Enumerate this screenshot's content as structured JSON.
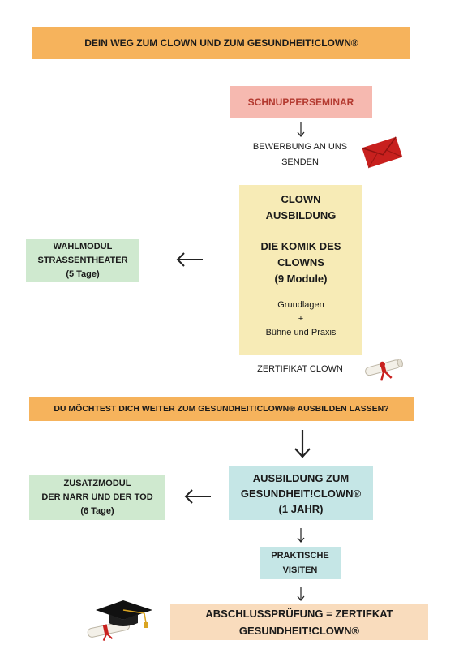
{
  "header": {
    "title": "DEIN WEG ZUM CLOWN UND ZUM GESUNDHEIT!CLOWN®"
  },
  "schnupper": {
    "label": "SCHNUPPERSEMINAR"
  },
  "bewerbung": {
    "line1": "BEWERBUNG AN UNS",
    "line2": "SENDEN"
  },
  "clown_ausbildung": {
    "line1": "CLOWN",
    "line2": "AUSBILDUNG",
    "line3": "DIE KOMIK DES",
    "line4": "CLOWNS",
    "line5": "(9 Module)",
    "line6": "Grundlagen",
    "line7": "+",
    "line8": "Bühne und Praxis"
  },
  "wahlmodul": {
    "line1": "WAHLMODUL",
    "line2": "STRASSENTHEATER",
    "line3": "(5 Tage)"
  },
  "zertifikat_clown": {
    "label": "ZERTIFIKAT CLOWN"
  },
  "question": {
    "label": "DU MÖCHTEST DICH WEITER ZUM GESUNDHEIT!CLOWN® AUSBILDEN LASSEN?"
  },
  "gesundheitclown": {
    "line1": "AUSBILDUNG ZUM",
    "line2": "GESUNDHEIT!CLOWN®",
    "line3": "(1 JAHR)"
  },
  "zusatzmodul": {
    "line1": "ZUSATZMODUL",
    "line2": "DER NARR UND DER TOD",
    "line3": "(6 Tage)"
  },
  "praktische": {
    "line1": "PRAKTISCHE",
    "line2": "VISITEN"
  },
  "abschluss": {
    "line1": "ABSCHLUSSPRÜFUNG = ZERTIFKAT",
    "line2": "GESUNDHEIT!CLOWN®"
  },
  "icons": [
    "envelope-icon",
    "diploma-scroll-icon",
    "graduation-cap-icon"
  ],
  "colors": {
    "orange": "#f6b35c",
    "pink": "#f6b9b0",
    "yellow": "#f7ebb6",
    "green": "#cfe9cf",
    "teal": "#c5e6e6",
    "peach": "#f9dcbd",
    "red": "#cc1f1f"
  }
}
